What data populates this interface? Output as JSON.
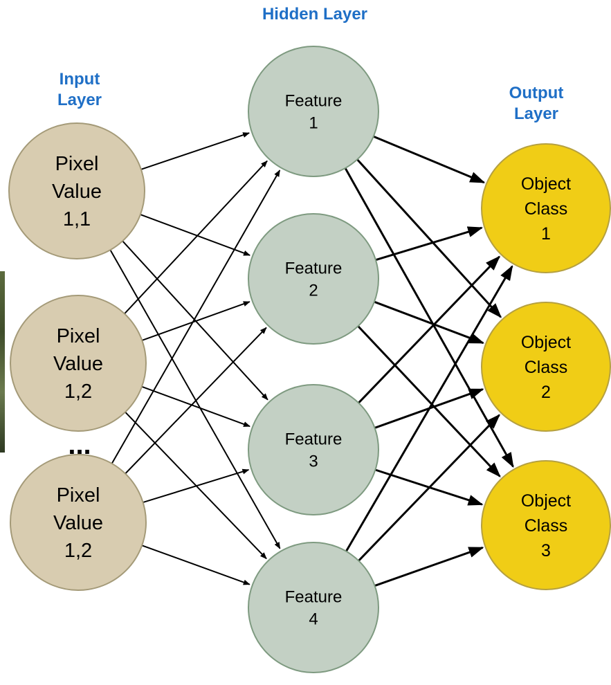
{
  "layers": {
    "input": {
      "title_line1": "Input",
      "title_line2": "Layer"
    },
    "hidden": {
      "title": "Hidden Layer"
    },
    "output": {
      "title_line1": "Output",
      "title_line2": "Layer"
    }
  },
  "ellipsis": "...",
  "nodes": {
    "input": [
      {
        "lines": [
          "Pixel",
          "Value",
          "1,1"
        ]
      },
      {
        "lines": [
          "Pixel",
          "Value",
          "1,2"
        ]
      },
      {
        "lines": [
          "Pixel",
          "Value",
          "1,2"
        ]
      }
    ],
    "hidden": [
      {
        "lines": [
          "Feature",
          "1"
        ]
      },
      {
        "lines": [
          "Feature",
          "2"
        ]
      },
      {
        "lines": [
          "Feature",
          "3"
        ]
      },
      {
        "lines": [
          "Feature",
          "4"
        ]
      }
    ],
    "output": [
      {
        "lines": [
          "Object",
          "Class",
          "1"
        ]
      },
      {
        "lines": [
          "Object",
          "Class",
          "2"
        ]
      },
      {
        "lines": [
          "Object",
          "Class",
          "3"
        ]
      }
    ]
  },
  "colors": {
    "input_fill": "#d8ccb0",
    "input_stroke": "#a49a78",
    "hidden_fill": "#c3d0c4",
    "hidden_stroke": "#7e9a80",
    "output_fill": "#f0cd16",
    "output_stroke": "#b5a040",
    "arrow": "#000000",
    "title": "#1f6fc6"
  }
}
